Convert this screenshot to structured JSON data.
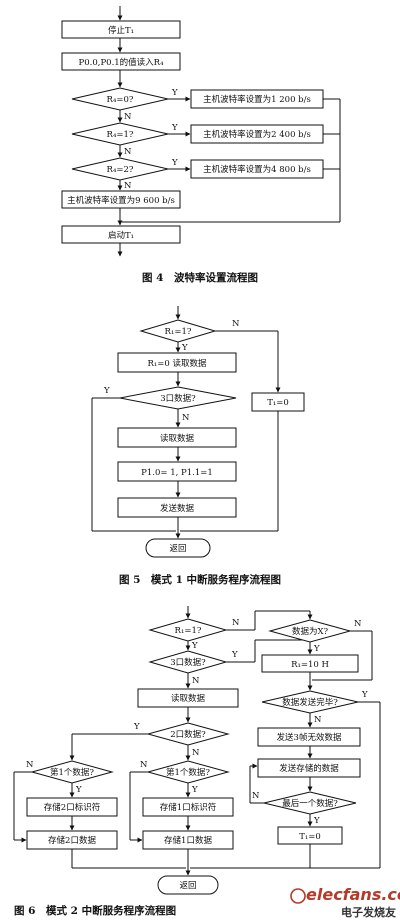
{
  "fig4": {
    "caption": "图 4　波特率设置流程图",
    "stop_t1": "停止T₁",
    "read_r4": "P0.0,P0.1的值读入R₄",
    "d1": "R₄=0?",
    "d2": "R₄=1?",
    "d3": "R₄=2?",
    "set1200": "主机波特率设置为1 200 b/s",
    "set2400": "主机波特率设置为2 400 b/s",
    "set4800": "主机波特率设置为4 800 b/s",
    "set9600": "主机波特率设置为9 600 b/s",
    "start_t1": "启动T₁",
    "y": "Y",
    "n": "N"
  },
  "fig5": {
    "caption": "图 5　模式 1 中断服务程序流程图",
    "d_r1": "R₁=1?",
    "r1_clear": "R₁=0 读取数据",
    "d_port3": "3口数据?",
    "t1_zero": "T₁=0",
    "read_data": "读取数据",
    "p_set": "P1.0= 1, P1.1=1",
    "send_data": "发送数据",
    "return": "返回",
    "y": "Y",
    "n": "N"
  },
  "fig6": {
    "caption": "图 6　模式 2 中断服务程序流程图",
    "d_r1": "R₁=1?",
    "d_port3": "3口数据?",
    "d_data_x": "数据为X?",
    "r1_set": "R₁=10 H",
    "d_send_done": "数据发送完毕?",
    "read_data": "读取数据",
    "send_3_invalid": "发送3帧无效数据",
    "d_port2": "2口数据?",
    "send_stored": "发送存储的数据",
    "d_first_left": "第1个数据?",
    "d_first_mid": "第1个数据?",
    "d_last": "最后一个数据?",
    "store2_id": "存储2口标识符",
    "store1_id": "存储1口标识符",
    "t1_zero": "T₁=0",
    "store2_data": "存储2口数据",
    "store1_data": "存储1口数据",
    "return": "返回",
    "y": "Y",
    "n": "N"
  },
  "watermark": {
    "logo": "elecfans.com",
    "cn": "电子发烧友"
  }
}
